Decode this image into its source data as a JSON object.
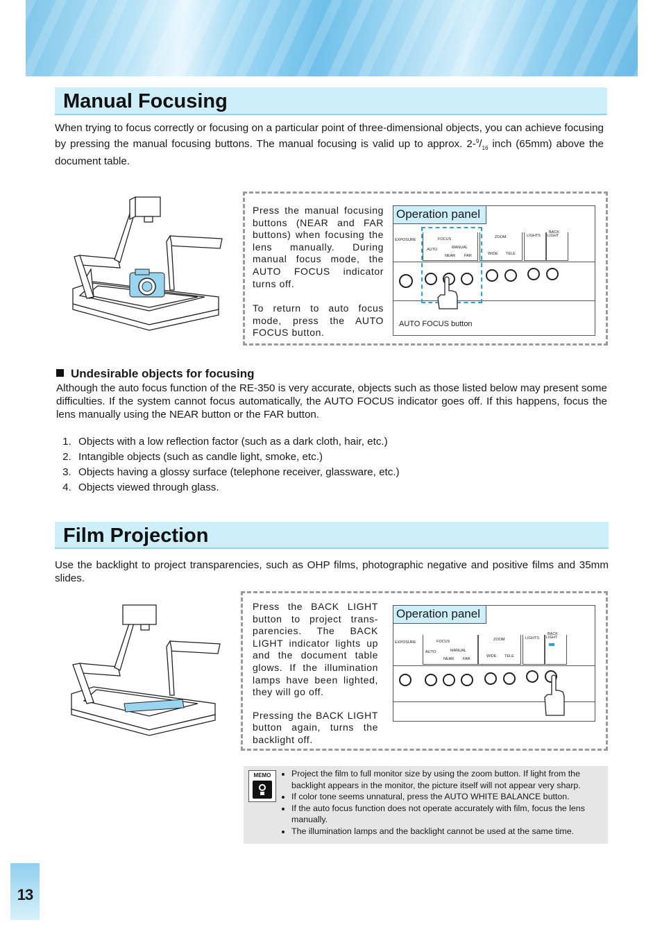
{
  "sections": {
    "manual": {
      "title": "Manual Focusing",
      "intro_a": "When trying to focus correctly or focusing on a particular point of three-dimensional objects, you can achieve focusing by pressing the manual focusing buttons. The manual focusing is valid up to approx. 2-",
      "intro_num": "9",
      "intro_den": "16",
      "intro_b": " inch (65mm) above the document table.",
      "box_text1": "Press the manual focusing buttons (NEAR and FAR buttons) when focusing the lens manually. During manual focus mode, the AUTO FOCUS indicator turns off.",
      "box_text2": "To return to auto focus mode, press the AUTO FOCUS button.",
      "panel_label": "Operation panel",
      "auto_focus_caption": "AUTO FOCUS button"
    },
    "undesirable": {
      "heading": "Undesirable objects for focusing",
      "text": "Although the auto focus function of the RE-350 is very accurate, objects such as those listed below may present some difficulties. If the system cannot focus automatically, the AUTO FOCUS indicator goes off. If this happens, focus the lens manually using the NEAR button or the FAR button.",
      "items": [
        "Objects with a low reflection factor (such as a dark cloth, hair, etc.)",
        "Intangible objects (such as candle light, smoke, etc.)",
        "Objects having a glossy surface (telephone receiver, glassware, etc.)",
        "Objects viewed through glass."
      ]
    },
    "film": {
      "title": "Film Projection",
      "intro": "Use the backlight to project transparencies, such as OHP films, photographic negative and positive films and 35mm slides.",
      "box_text1": "Press the BACK LIGHT button to project trans-parencies. The BACK LIGHT indicator lights up and the document table glows. If the illumination lamps have been lighted, they will go off.",
      "box_text2": "Pressing the BACK LIGHT button again, turns the backlight off.",
      "panel_label": "Operation panel"
    },
    "memo": {
      "label": "MEMO",
      "items": [
        "Project the film to full monitor size by using the zoom button. If light from the backlight appears in the monitor, the picture itself will not appear very sharp.",
        "If color tone seems unnatural, press the AUTO WHITE BALANCE button.",
        "If the auto focus function does not operate accurately with film, focus the lens manually.",
        "The illumination lamps and the backlight cannot be used at the same time."
      ]
    }
  },
  "panel_labels": {
    "exposure": "EXPOSURE",
    "focus": "FOCUS",
    "auto": "AUTO",
    "manual": "MANUAL",
    "near": "NEAR",
    "far": "FAR",
    "zoom": "ZOOM",
    "wide": "WIDE",
    "tele": "TELE",
    "lights": "LIGHTS",
    "back": "BACK",
    "light": "LIGHT"
  },
  "page_number": "13",
  "colors": {
    "title_band": "#cdeefb",
    "memo_bg": "#e6e6e6",
    "accent_blue": "#2aa0e0"
  },
  "icons": [
    "bullet-square-icon",
    "memo-lightbulb-icon",
    "pointing-hand-icon"
  ]
}
